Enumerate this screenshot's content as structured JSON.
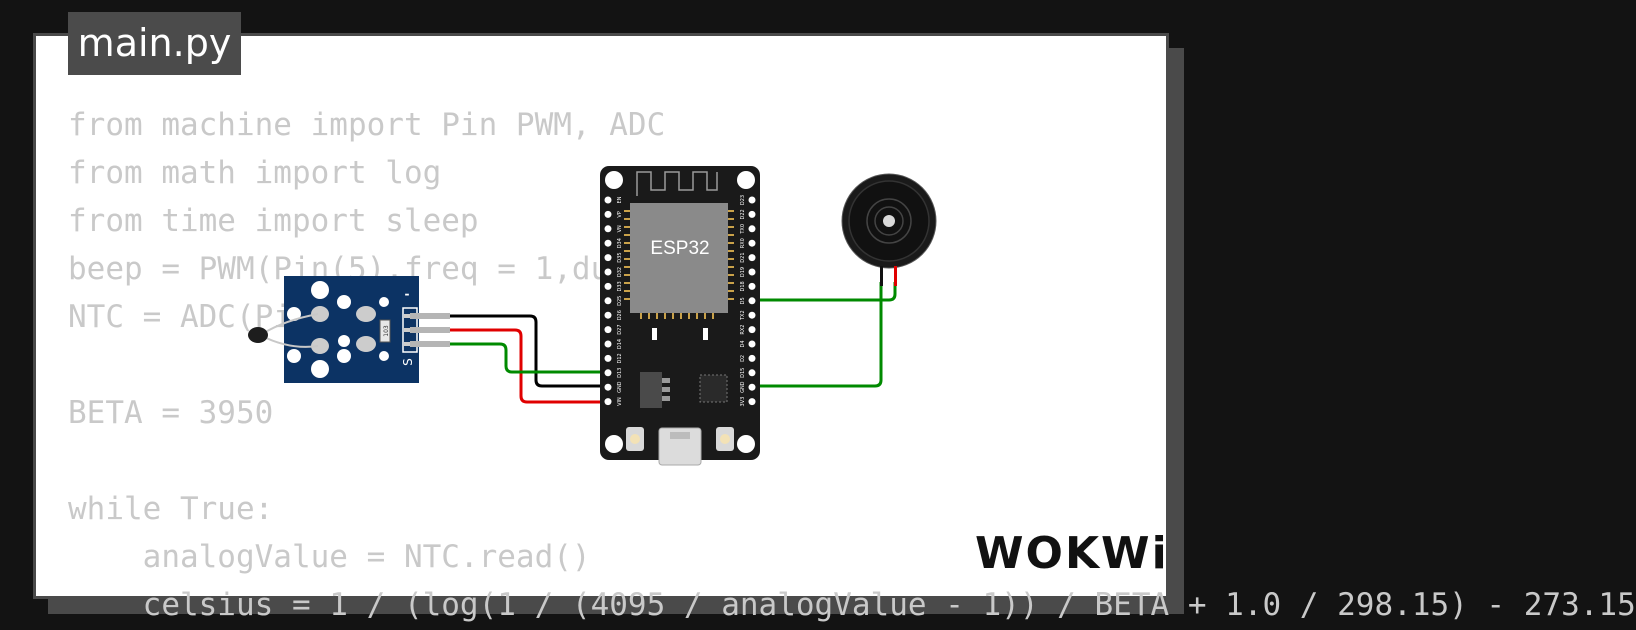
{
  "editor": {
    "filename": "main.py",
    "code_lines": [
      "from machine import Pin PWM, ADC",
      "from math import log",
      "from time import sleep",
      "beep = PWM(Pin(5).freq = 1,duty = 8)",
      "NTC = ADC(Pin(4))",
      "",
      "BETA = 3950",
      "",
      "while True:",
      "    analogValue = NTC.read()",
      "    celsius = 1 / (log(1 / (4095 / analogValue - 1)) / BETA + 1.0 / 298.15) - 273.15"
    ]
  },
  "diagram": {
    "sensor_module": {
      "minus_label": "-",
      "s_label": "S",
      "resistor_label": "103"
    },
    "esp32": {
      "chip_label": "ESP32",
      "left_pins": [
        "EN",
        "VP",
        "VN",
        "D34",
        "D35",
        "D32",
        "D33",
        "D25",
        "D26",
        "D27",
        "D14",
        "D12",
        "D13",
        "GND",
        "VIN"
      ],
      "right_pins": [
        "D23",
        "D22",
        "TX0",
        "RX0",
        "D21",
        "D19",
        "D18",
        "D5",
        "TX2",
        "RX2",
        "D4",
        "D2",
        "D15",
        "GND",
        "3V3"
      ]
    },
    "buzzer": {}
  },
  "brand": {
    "logo_text": "WOKWi"
  },
  "colors": {
    "page_bg": "#131313",
    "card_bg": "#ffffff",
    "tab_bg": "#4b4b4b",
    "code_text": "#c9c9c9",
    "board_bg": "#1a1a1a",
    "chip_bg": "#8a8a8a",
    "module_bg": "#0c3364",
    "wire_black": "#000000",
    "wire_red": "#e00000",
    "wire_green": "#008a00"
  }
}
